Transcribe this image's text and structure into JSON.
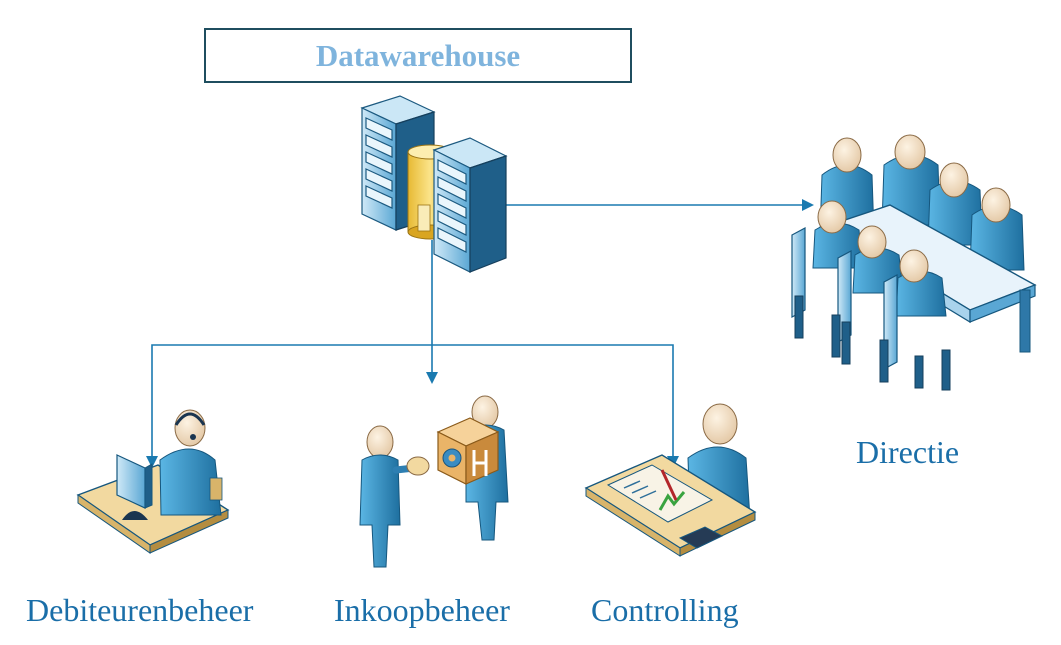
{
  "title": "Datawarehouse",
  "nodes": {
    "debiteurenbeheer": "Debiteurenbeheer",
    "inkoopbeheer": "Inkoopbeheer",
    "controlling": "Controlling",
    "directie": "Directie"
  },
  "colors": {
    "title_text": "#7fb4dd",
    "label_text": "#1a6ea8",
    "connector": "#1a7ab0",
    "figure_blue": "#4fa9d8",
    "desk": "#f2d9a0",
    "server": "#2d6f9a"
  },
  "icons": [
    "server-rack-icon",
    "database-cylinder-icon",
    "meeting-table-icon",
    "call-center-agent-icon",
    "package-exchange-icon",
    "analyst-desk-icon"
  ]
}
